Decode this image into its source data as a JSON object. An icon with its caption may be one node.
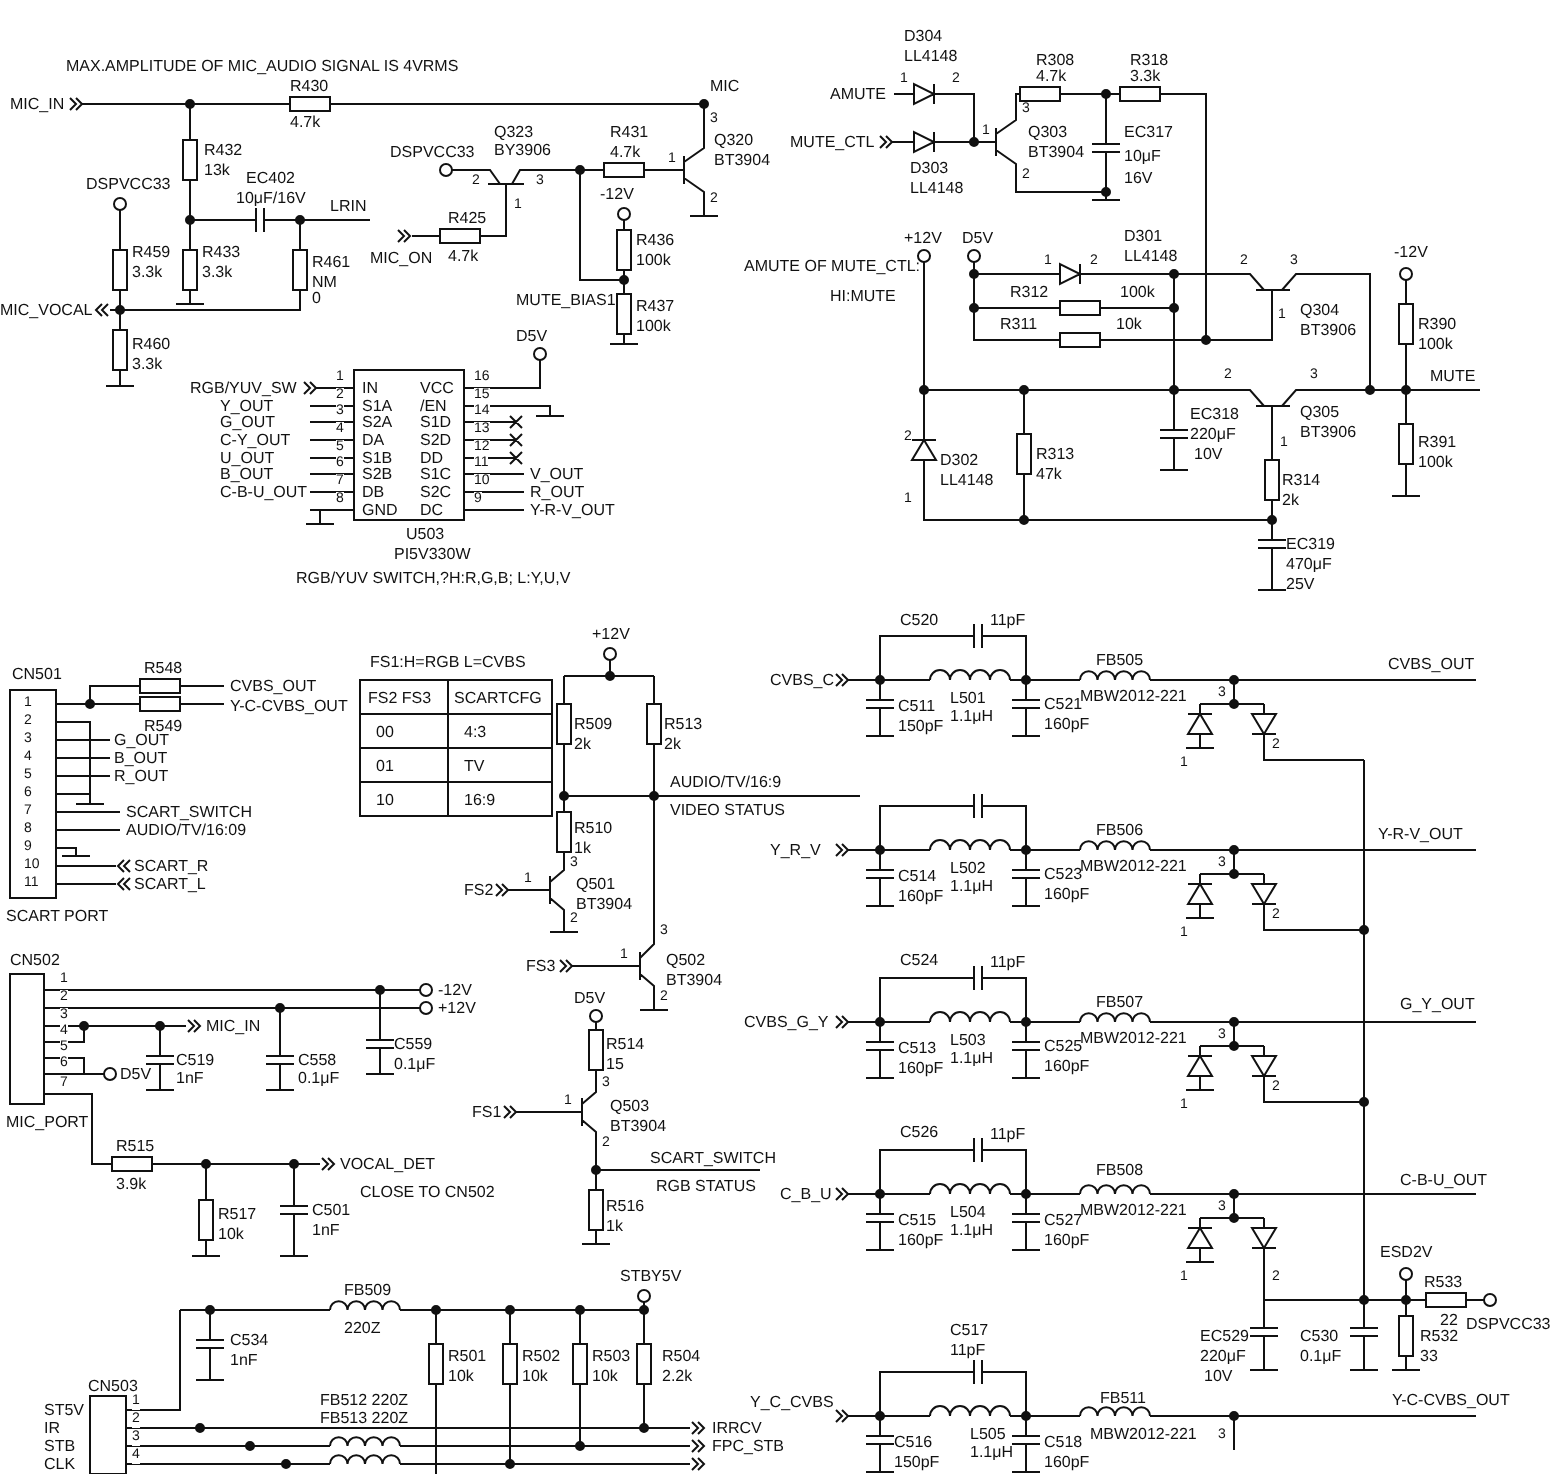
{
  "diagram": {
    "labels": [
      "MAX.AMPLITUDE OF MIC_AUDIO SIGNAL IS 4VRMS",
      "MIC_IN",
      "R430",
      "4.7k",
      "MIC",
      "R432",
      "13k",
      "EC402",
      "10μF/16V",
      "LRIN",
      "DSPVCC33",
      "R459",
      "3.3k",
      "R433",
      "3.3k",
      "R461",
      "NM",
      "0",
      "MIC_VOCAL",
      "R460",
      "3.3k",
      "DSPVCC33",
      "Q323",
      "BY3906",
      "2",
      "3",
      "1",
      "R425",
      "4.7k",
      "MIC_ON",
      "R431",
      "4.7k",
      "-12V",
      "Q320",
      "BT3904",
      "3",
      "1",
      "2",
      "R436",
      "100k",
      "MUTE_BIAS1",
      "R437",
      "100k",
      "D5V",
      "RGB/YUV_SW",
      "1",
      "IN",
      "VCC",
      "16",
      "2",
      "S1A",
      "/EN",
      "15",
      "3",
      "S2A",
      "S1D",
      "14",
      "4",
      "DA",
      "S2D",
      "13",
      "5",
      "S1B",
      "DD",
      "12",
      "6",
      "S2B",
      "S1C",
      "11",
      "7",
      "DB",
      "S2C",
      "10",
      "8",
      "GND",
      "DC",
      "9",
      "Y_OUT",
      "G_OUT",
      "C-Y_OUT",
      "U_OUT",
      "B_OUT",
      "C-B-U_OUT",
      "V_OUT",
      "R_OUT",
      "Y-R-V_OUT",
      "U503",
      "PI5V330W",
      "RGB/YUV SWITCH,?H:R,G,B; L:Y,U,V",
      "D304",
      "LL4148",
      "AMUTE",
      "1",
      "2",
      "MUTE_CTL",
      "D303",
      "LL4148",
      "R308",
      "4.7k",
      "R318",
      "3.3k",
      "3",
      "1",
      "2",
      "Q303",
      "BT3904",
      "EC317",
      "10μF",
      "16V",
      "AMUTE OF MUTE_CTL:",
      "HI:MUTE",
      "+12V",
      "D5V",
      "D301",
      "1",
      "2",
      "LL4148",
      "R312",
      "100k",
      "R311",
      "10k",
      "2",
      "3",
      "1",
      "Q304",
      "BT3906",
      "-12V",
      "R390",
      "100k",
      "2",
      "3",
      "MUTE",
      "Q305",
      "BT3906",
      "1",
      "EC318",
      "220μF",
      "10V",
      "D302",
      "LL4148",
      "2",
      "1",
      "R313",
      "47k",
      "R314",
      "2k",
      "R391",
      "100k",
      "EC319",
      "470μF",
      "25V",
      "CN501",
      "R548",
      "CVBS_OUT",
      "Y-C-CVBS_OUT",
      "R549",
      "1",
      "2",
      "3",
      "4",
      "5",
      "6",
      "7",
      "8",
      "9",
      "10",
      "11",
      "G_OUT",
      "B_OUT",
      "R_OUT",
      "SCART_SWITCH",
      "AUDIO/TV/16:09",
      "SCART_R",
      "SCART_L",
      "SCART PORT",
      "FS1:H=RGB  L=CVBS",
      "FS2 FS3",
      "SCARTCFG",
      "00",
      "4:3",
      "01",
      "TV",
      "10",
      "16:9",
      "+12V",
      "R509",
      "2k",
      "R513",
      "2k",
      "AUDIO/TV/16:9",
      "VIDEO STATUS",
      "R510",
      "1k",
      "3",
      "1",
      "Q501",
      "BT3904",
      "FS2",
      "2",
      "3",
      "1",
      "Q502",
      "BT3904",
      "FS3",
      "D5V",
      "2",
      "R514",
      "15",
      "3",
      "1",
      "Q503",
      "BT3904",
      "FS1",
      "2",
      "SCART_SWITCH",
      "RGB STATUS",
      "CN502",
      "1",
      "2",
      "3",
      "4",
      "5",
      "6",
      "7",
      "-12V",
      "+12V",
      "MIC_IN",
      "C519",
      "1nF",
      "C558",
      "0.1μF",
      "C559",
      "0.1μF",
      "D5V",
      "MIC_PORT",
      "R515",
      "3.9k",
      "VOCAL_DET",
      "CLOSE TO CN502",
      "R517",
      "10k",
      "C501",
      "1nF",
      "R516",
      "1k",
      "C520",
      "11pF",
      "CVBS_C",
      "C511",
      "150pF",
      "L501",
      "1.1μH",
      "C521",
      "160pF",
      "FB505",
      "MBW2012-221",
      "CVBS_OUT",
      "3",
      "1",
      "2",
      "Y_R_V",
      "C514",
      "160pF",
      "L502",
      "1.1μH",
      "C523",
      "160pF",
      "FB506",
      "MBW2012-221",
      "Y-R-V_OUT",
      "3",
      "1",
      "2",
      "C524",
      "11pF",
      "CVBS_G_Y",
      "C513",
      "160pF",
      "L503",
      "1.1μH",
      "C525",
      "160pF",
      "FB507",
      "MBW2012-221",
      "G_Y_OUT",
      "3",
      "1",
      "2",
      "C526",
      "11pF",
      "FB508",
      "MBW2012-221",
      "C_B_U",
      "L504",
      "C515",
      "1.1μH",
      "160pF",
      "C527",
      "160pF",
      "C-B-U_OUT",
      "3",
      "1",
      "2",
      "ESD2V",
      "R533",
      "22",
      "DSPVCC33",
      "EC529",
      "220μF",
      "10V",
      "C530",
      "0.1μF",
      "R532",
      "33",
      "C517",
      "11pF",
      "Y_C_CVBS",
      "Y-C-CVBS_OUT",
      "L505",
      "1.1μH",
      "C516",
      "150pF",
      "C518",
      "160pF",
      "FB511",
      "MBW2012-221",
      "3",
      "FB509",
      "220Z",
      "STBY5V",
      "C534",
      "1nF",
      "R501",
      "10k",
      "R502",
      "10k",
      "R503",
      "10k",
      "R504",
      "2.2k",
      "CN503",
      "ST5V",
      "IR",
      "STB",
      "CLK",
      "1",
      "2",
      "3",
      "4",
      "FB512 220Z",
      "FB513 220Z",
      "IRRCV",
      "FPC_STB"
    ]
  }
}
